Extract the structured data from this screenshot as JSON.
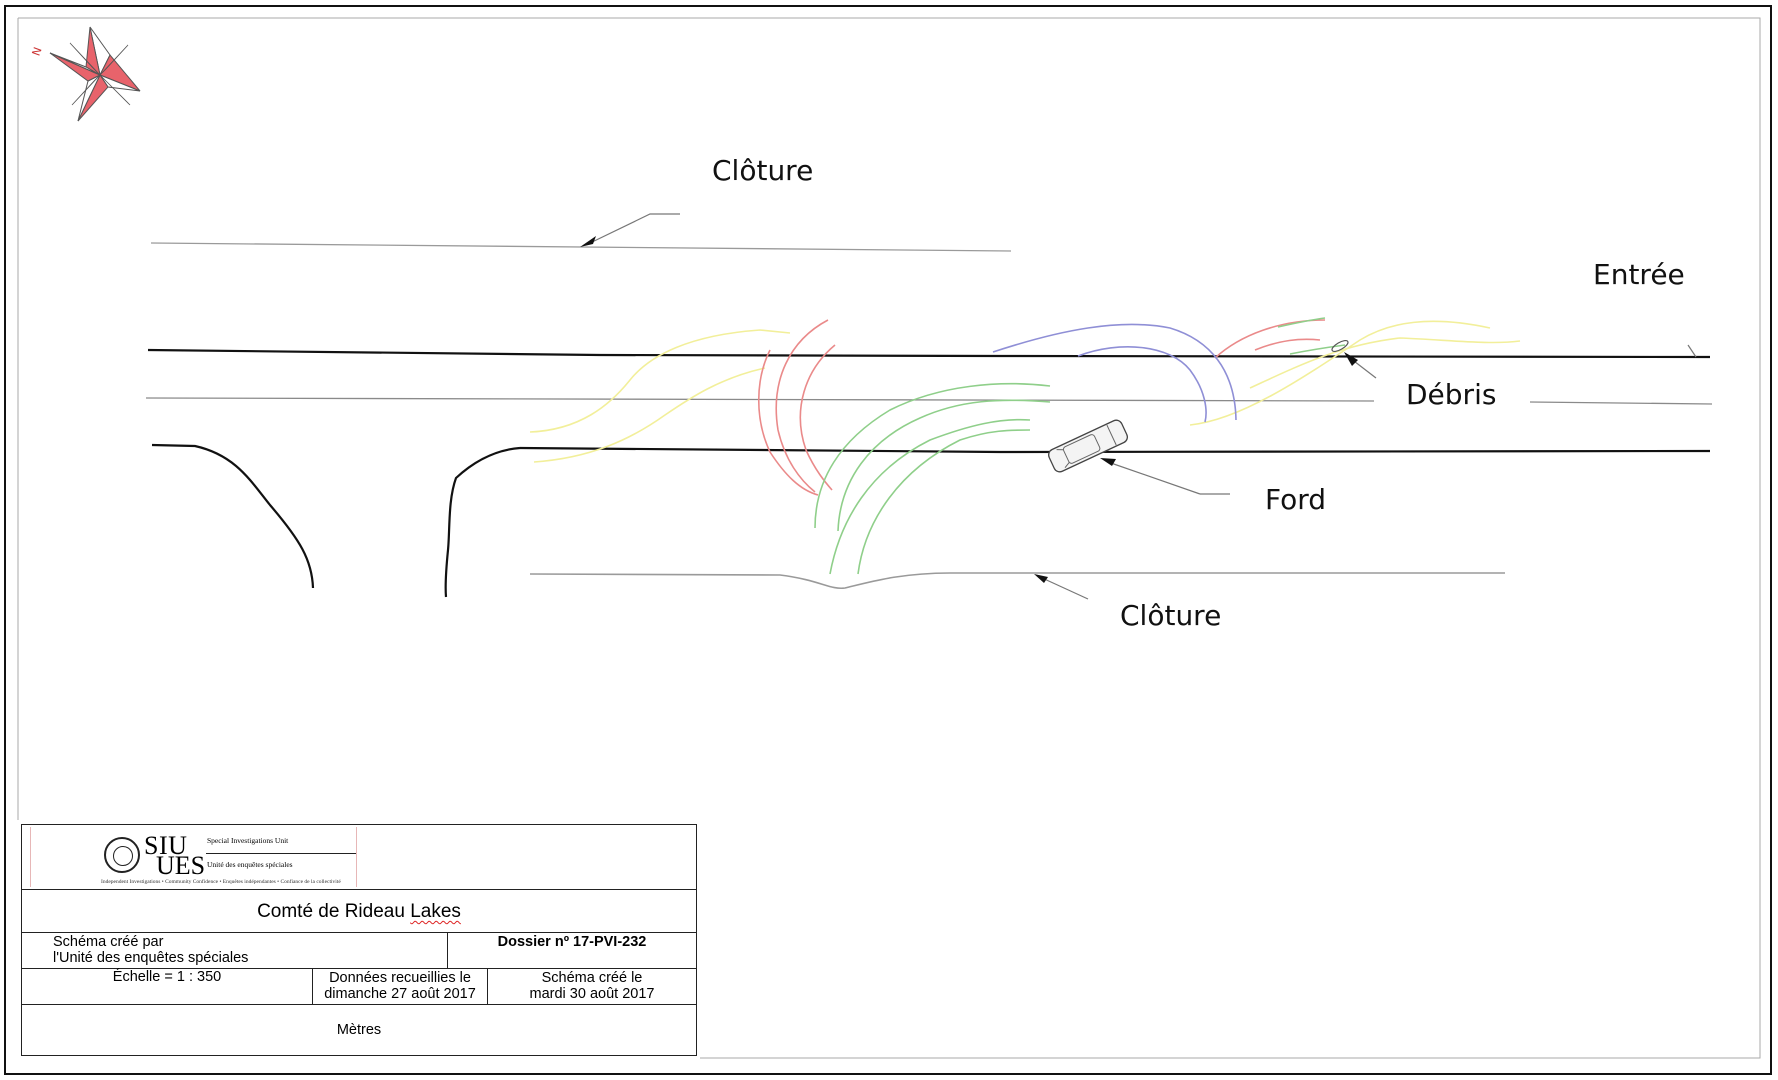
{
  "labels": {
    "cloture_top": "Clôture",
    "entree": "Entrée",
    "debris": "Débris",
    "ford": "Ford",
    "cloture_bottom": "Clôture"
  },
  "compass": {
    "north_letter": "N"
  },
  "title_block": {
    "logo": {
      "siu": "SIU",
      "ues": "UES",
      "siu_sub": "Special Investigations Unit",
      "ues_sub": "Unité des enquêtes spéciales",
      "tagline": "Independent Investigations • Community Confidence • Enquêtes indépendantes • Confiance de la collectivité"
    },
    "county_prefix": "Comté de Rideau ",
    "county_lakes": "Lakes",
    "created_by_line1": "Schéma créé par",
    "created_by_line2": "l'Unité des enquêtes spéciales",
    "dossier": "Dossier nº 17-PVI-232",
    "scale": "Échelle = 1 : 350",
    "data_collected_line1": "Données recueillies le",
    "data_collected_line2": "dimanche 27 août 2017",
    "created_on_line1": "Schéma créé le",
    "created_on_line2": "mardi 30 août 2017",
    "units": "Mètres"
  },
  "colors": {
    "road": "#111111",
    "centerline": "#8a8a8a",
    "fence": "#9a9a9a",
    "track_yellow": "#f2ef9a",
    "track_red": "#ea8a8a",
    "track_green": "#8fcf8a",
    "track_blue": "#8f8fd6",
    "compass_red": "#e8636b"
  }
}
